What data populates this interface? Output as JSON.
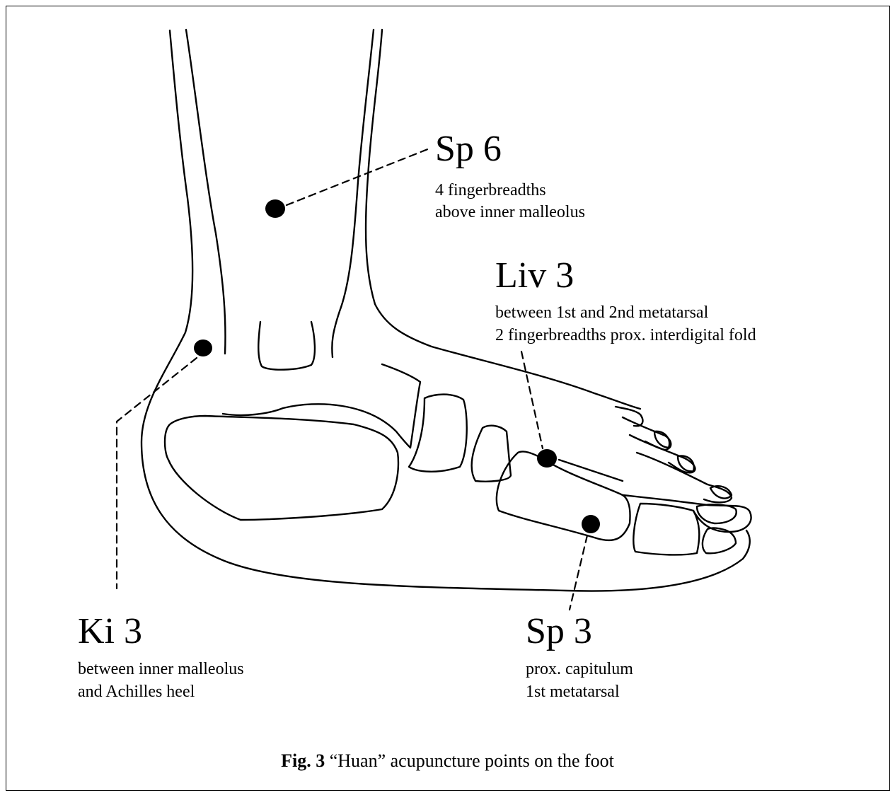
{
  "figure": {
    "caption_prefix": "Fig. 3",
    "caption_text": " “Huan” acupuncture points on the foot"
  },
  "points": {
    "sp6": {
      "name": "Sp 6",
      "line1": "4 fingerbreadths",
      "line2": "above inner malleolus"
    },
    "liv3": {
      "name": "Liv 3",
      "line1": "between 1st and 2nd metatarsal",
      "line2": "2 fingerbreadths prox. interdigital fold"
    },
    "ki3": {
      "name": "Ki 3",
      "line1": "between inner malleolus",
      "line2": "and Achilles heel"
    },
    "sp3": {
      "name": "Sp 3",
      "line1": "prox. capitulum",
      "line2": "1st metatarsal"
    }
  },
  "colors": {
    "ink": "#000000",
    "paper": "#ffffff"
  }
}
